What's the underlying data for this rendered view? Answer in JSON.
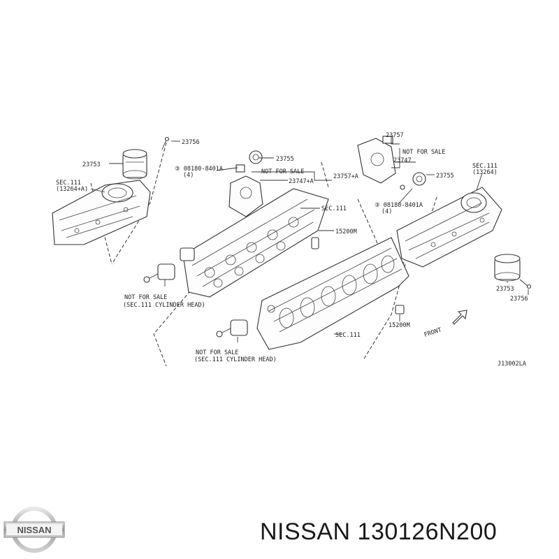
{
  "labels": {
    "p23756_left": "23756",
    "p23753_left": "23753",
    "sec111_left": "SEC.111",
    "sec111_left_ref": "(13264+A)",
    "p23755_mid": "23755",
    "bolt_left": "③ 08180-8401A",
    "bolt_left_qty": "(4)",
    "nfs_mid": "NOT FOR SALE",
    "p23757": "23757+A",
    "p23747_mid": "23747+A",
    "sec111_center": "SEC.111",
    "p15200_top": "15200M",
    "nfs_left1": "NOT FOR SALE",
    "nfs_left1_ref": "(SEC.111 CYLINDER HEAD)",
    "sec111_lower": "SEC.111",
    "p15200_bottom": "15200M",
    "nfs_left2": "NOT FOR SALE",
    "nfs_left2_ref": "(SEC.111 CYLINDER HEAD)",
    "p237_top": "23757",
    "nfs_right": "NOT FOR SALE",
    "p23747_right": "23747",
    "p23755_right": "23755",
    "bolt_right": "③ 08180-8401A",
    "bolt_right_qty": "(4)",
    "sec111_right": "SEC.111",
    "sec111_right_ref": "(13264)",
    "p23753_right": "23753",
    "p23756_right": "23756",
    "front": "FRONT",
    "diagram_code": "J13002LA"
  },
  "footer": {
    "logo_text": "NISSAN",
    "part_title": "NISSAN 130126N200"
  }
}
